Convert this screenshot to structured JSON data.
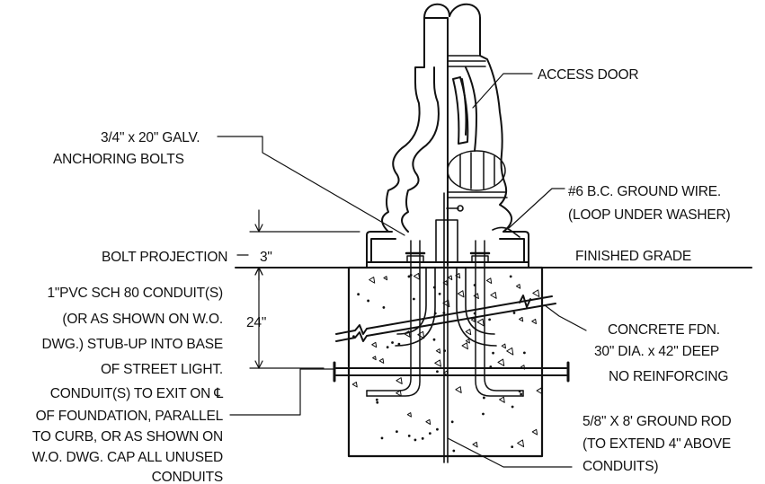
{
  "labels": {
    "access_door": "ACCESS DOOR",
    "anchor_bolts_1": "3/4\" x 20\"  GALV.",
    "anchor_bolts_2": "ANCHORING BOLTS",
    "ground_wire_1": "#6 B.C. GROUND WIRE.",
    "ground_wire_2": "(LOOP UNDER WASHER)",
    "bolt_projection": "BOLT PROJECTION",
    "dim_3in": "3\"",
    "finished_grade": "FINISHED GRADE",
    "dim_24in": "24\"",
    "conduit_notes": [
      "1\"PVC SCH 80 CONDUIT(S)",
      "(OR AS SHOWN ON W.O.",
      "DWG.) STUB-UP INTO BASE",
      "OF STREET LIGHT.",
      "CONDUIT(S) TO EXIT ON ℄",
      "OF FOUNDATION, PARALLEL",
      "TO CURB, OR AS SHOWN ON",
      "W.O. DWG.  CAP ALL UNUSED",
      "CONDUITS"
    ],
    "foundation_notes": [
      "CONCRETE FDN.",
      "30\" DIA. x 42\" DEEP",
      "NO REINFORCING"
    ],
    "ground_rod_notes": [
      "5/8\" X 8' GROUND ROD",
      "(TO EXTEND 4\" ABOVE",
      "CONDUITS)"
    ]
  },
  "colors": {
    "ink": "#111111",
    "background": "#ffffff"
  }
}
